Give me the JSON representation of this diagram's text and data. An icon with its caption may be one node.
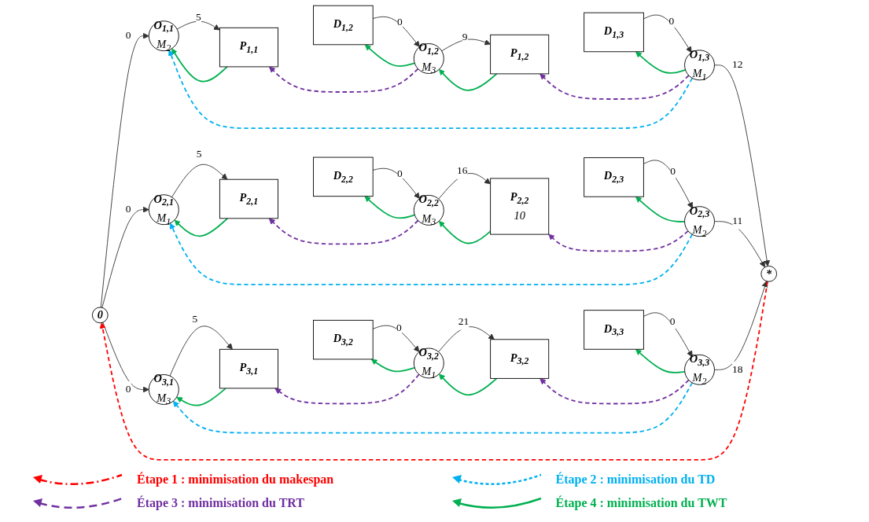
{
  "diagram": {
    "nodes": [
      {
        "text": [
          "0"
        ]
      },
      {
        "text": [
          "O$_{1,1}$",
          "M$_{2}$"
        ]
      },
      {
        "text": [
          "P$_{1,1}$"
        ]
      },
      {
        "text": [
          "D$_{1,2}$"
        ]
      },
      {
        "text": [
          "O$_{1,2}$",
          "M$_{3}$"
        ]
      },
      {
        "text": [
          "P$_{1,2}$"
        ]
      },
      {
        "text": [
          "D$_{1,3}$"
        ]
      },
      {
        "text": [
          "O$_{1,3}$",
          "M$_{1}$"
        ]
      },
      {
        "text": [
          "O$_{2,1}$",
          "M$_{1}$"
        ]
      },
      {
        "text": [
          "P$_{2,1}$"
        ]
      },
      {
        "text": [
          "D$_{2,2}$"
        ]
      },
      {
        "text": [
          "O$_{2,2}$",
          "M$_{3}$"
        ]
      },
      {
        "text": [
          "P$_{2,2}$",
          "10"
        ]
      },
      {
        "text": [
          "D$_{2,3}$"
        ]
      },
      {
        "text": [
          "O$_{2,3}$",
          "M$_{2}$"
        ]
      },
      {
        "text": [
          "*"
        ]
      },
      {
        "text": [
          "O$_{3,1}$",
          "M$_{3}$"
        ]
      },
      {
        "text": [
          "P$_{3,1}$"
        ]
      },
      {
        "text": [
          "D$_{3,2}$"
        ]
      },
      {
        "text": [
          "O$_{3,2}$",
          "M$_{1}$"
        ]
      },
      {
        "text": [
          "P$_{3,2}$"
        ]
      },
      {
        "text": [
          "D$_{3,3}$"
        ]
      },
      {
        "text": [
          "O$_{3,3}$",
          "M$_{2}$"
        ]
      }
    ],
    "edges": [
      {
        "from": 0,
        "to": 1,
        "arrow": "to",
        "label": "0"
      },
      {
        "from": 0,
        "to": 8,
        "arrow": "to",
        "label": "0"
      },
      {
        "from": 0,
        "to": 16,
        "arrow": "to",
        "label": "0"
      },
      {
        "from": 1,
        "to": 2,
        "arrow": "to",
        "label": "5"
      },
      {
        "from": 3,
        "to": 4,
        "arrow": "to",
        "label": "0"
      },
      {
        "from": 4,
        "to": 5,
        "arrow": "to",
        "label": "9"
      },
      {
        "from": 6,
        "to": 7,
        "arrow": "to",
        "label": "0"
      },
      {
        "from": 7,
        "to": 15,
        "arrow": "to",
        "label": "12"
      },
      {
        "from": 8,
        "to": 9,
        "arrow": "to",
        "label": "5"
      },
      {
        "from": 10,
        "to": 11,
        "arrow": "to",
        "label": "0"
      },
      {
        "from": 11,
        "to": 12,
        "arrow": "to",
        "label": "16"
      },
      {
        "from": 13,
        "to": 14,
        "arrow": "to",
        "label": "0"
      },
      {
        "from": 14,
        "to": 15,
        "arrow": "to",
        "label": "11"
      },
      {
        "from": 16,
        "to": 17,
        "arrow": "to",
        "label": "5"
      },
      {
        "from": 18,
        "to": 19,
        "arrow": "to",
        "label": "0"
      },
      {
        "from": 19,
        "to": 20,
        "arrow": "to",
        "label": "21"
      },
      {
        "from": 21,
        "to": 22,
        "arrow": "to",
        "label": "0"
      },
      {
        "from": 22,
        "to": 15,
        "arrow": "to",
        "label": "18"
      },
      {
        "from": 2,
        "to": 1,
        "arrow": "to",
        "color": "#00b050"
      },
      {
        "from": 4,
        "to": 3,
        "arrow": "to",
        "color": "#00b050"
      },
      {
        "from": 5,
        "to": 4,
        "arrow": "to",
        "color": "#00b050"
      },
      {
        "from": 7,
        "to": 6,
        "arrow": "to",
        "color": "#00b050"
      },
      {
        "from": 9,
        "to": 8,
        "arrow": "to",
        "color": "#00b050"
      },
      {
        "from": 11,
        "to": 10,
        "arrow": "to",
        "color": "#00b050"
      },
      {
        "from": 12,
        "to": 11,
        "arrow": "to",
        "color": "#00b050"
      },
      {
        "from": 14,
        "to": 13,
        "arrow": "to",
        "color": "#00b050"
      },
      {
        "from": 17,
        "to": 16,
        "arrow": "to",
        "color": "#00b050"
      },
      {
        "from": 19,
        "to": 18,
        "arrow": "to",
        "color": "#00b050"
      },
      {
        "from": 20,
        "to": 19,
        "arrow": "to",
        "color": "#00b050"
      },
      {
        "from": 22,
        "to": 21,
        "arrow": "to",
        "color": "#00b050"
      },
      {
        "from": 4,
        "to": 2,
        "arrow": "to",
        "style": "dashed",
        "color": "#7030a0"
      },
      {
        "from": 7,
        "to": 5,
        "arrow": "to",
        "style": "dashed",
        "color": "#7030a0"
      },
      {
        "from": 11,
        "to": 9,
        "arrow": "to",
        "style": "dashed",
        "color": "#7030a0"
      },
      {
        "from": 14,
        "to": 12,
        "arrow": "to",
        "style": "dashed",
        "color": "#7030a0"
      },
      {
        "from": 19,
        "to": 17,
        "arrow": "to",
        "style": "dashed",
        "color": "#7030a0"
      },
      {
        "from": 22,
        "to": 20,
        "arrow": "to",
        "style": "dashed",
        "color": "#7030a0"
      },
      {
        "from": 7,
        "to": 1,
        "arrow": "to",
        "style": "dashed",
        "color": "#00b0f0"
      },
      {
        "from": 14,
        "to": 8,
        "arrow": "to",
        "style": "dashed",
        "color": "#00b0f0"
      },
      {
        "from": 22,
        "to": 16,
        "arrow": "to",
        "style": "dashed",
        "color": "#00b0f0"
      },
      {
        "from": 15,
        "to": 0,
        "arrow": "to",
        "style": "dashed",
        "color": "#ff0000"
      }
    ],
    "legend": [
      {
        "text": "Étape 1 : minimisation du makespan"
      },
      {
        "text": "Étape 2 : minimisation du TD"
      },
      {
        "text": "Étape 3 : minimisation du TRT"
      },
      {
        "text": "Étape 4 : minimisation du TWT"
      }
    ]
  }
}
